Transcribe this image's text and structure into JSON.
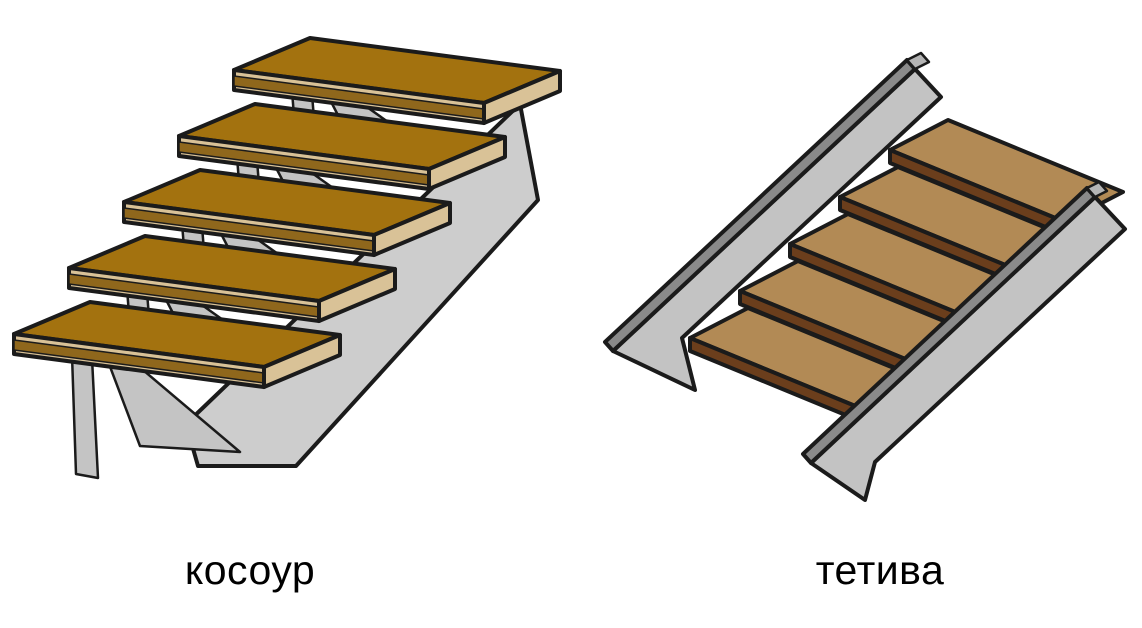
{
  "figures": {
    "left": {
      "caption": "косоур",
      "treads": 5
    },
    "right": {
      "caption": "тетива",
      "treads": 5
    }
  },
  "palette": {
    "background": "#ffffff",
    "outline": "#1b1b1b",
    "label_color": "#000000",
    "left_tread_top": "#a3720f",
    "left_tread_face": "#8f671c",
    "left_tread_edge": "#d9c297",
    "left_beam_gray": "#cdcdcd",
    "left_post_gray": "#c4c4c4",
    "right_tread_top": "#b28a55",
    "right_tread_nose": "#6b3e1c",
    "right_board_face": "#c3c3c3",
    "right_board_edge": "#8a8a8a",
    "right_board_cap": "#b5b5b5"
  }
}
